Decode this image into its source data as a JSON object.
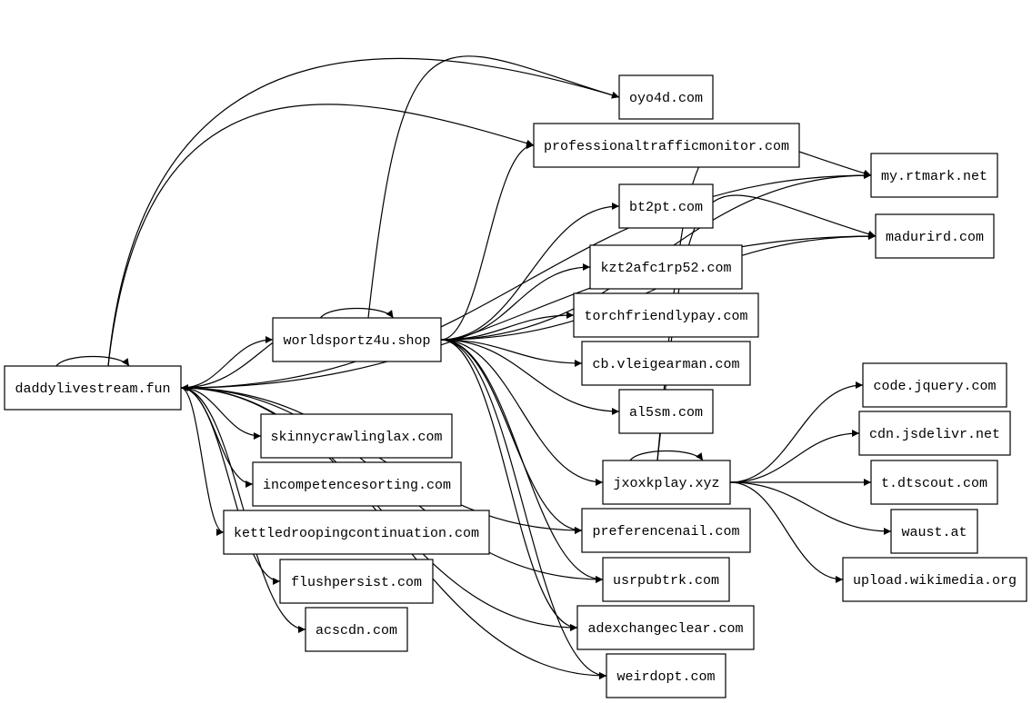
{
  "nodes": [
    {
      "id": "daddylivestream",
      "label": "daddylivestream.fun"
    },
    {
      "id": "worldsportz4u",
      "label": "worldsportz4u.shop"
    },
    {
      "id": "skinnycrawlinglax",
      "label": "skinnycrawlinglax.com"
    },
    {
      "id": "incompetencesorting",
      "label": "incompetencesorting.com"
    },
    {
      "id": "kettledroopingcontinuation",
      "label": "kettledroopingcontinuation.com"
    },
    {
      "id": "flushpersist",
      "label": "flushpersist.com"
    },
    {
      "id": "acscdn",
      "label": "acscdn.com"
    },
    {
      "id": "oyo4d",
      "label": "oyo4d.com"
    },
    {
      "id": "professionaltrafficmonitor",
      "label": "professionaltrafficmonitor.com"
    },
    {
      "id": "bt2pt",
      "label": "bt2pt.com"
    },
    {
      "id": "kzt2afc1rp52",
      "label": "kzt2afc1rp52.com"
    },
    {
      "id": "torchfriendlypay",
      "label": "torchfriendlypay.com"
    },
    {
      "id": "cbvleigearman",
      "label": "cb.vleigearman.com"
    },
    {
      "id": "al5sm",
      "label": "al5sm.com"
    },
    {
      "id": "jxoxkplay",
      "label": "jxoxkplay.xyz"
    },
    {
      "id": "preferencenail",
      "label": "preferencenail.com"
    },
    {
      "id": "usrpubtrk",
      "label": "usrpubtrk.com"
    },
    {
      "id": "adexchangeclear",
      "label": "adexchangeclear.com"
    },
    {
      "id": "weirdopt",
      "label": "weirdopt.com"
    },
    {
      "id": "myrtmark",
      "label": "my.rtmark.net"
    },
    {
      "id": "madurird",
      "label": "madurird.com"
    },
    {
      "id": "codejquery",
      "label": "code.jquery.com"
    },
    {
      "id": "cdnjsdelivr",
      "label": "cdn.jsdelivr.net"
    },
    {
      "id": "tdtscout",
      "label": "t.dtscout.com"
    },
    {
      "id": "waust",
      "label": "waust.at"
    },
    {
      "id": "uploadwikimedia",
      "label": "upload.wikimedia.org"
    }
  ],
  "edges": [
    [
      "daddylivestream",
      "daddylivestream"
    ],
    [
      "daddylivestream",
      "worldsportz4u"
    ],
    [
      "daddylivestream",
      "skinnycrawlinglax"
    ],
    [
      "daddylivestream",
      "incompetencesorting"
    ],
    [
      "daddylivestream",
      "kettledroopingcontinuation"
    ],
    [
      "daddylivestream",
      "flushpersist"
    ],
    [
      "daddylivestream",
      "acscdn"
    ],
    [
      "daddylivestream",
      "oyo4d"
    ],
    [
      "daddylivestream",
      "professionaltrafficmonitor"
    ],
    [
      "daddylivestream",
      "myrtmark"
    ],
    [
      "daddylivestream",
      "madurird"
    ],
    [
      "daddylivestream",
      "preferencenail"
    ],
    [
      "daddylivestream",
      "usrpubtrk"
    ],
    [
      "daddylivestream",
      "adexchangeclear"
    ],
    [
      "daddylivestream",
      "weirdopt"
    ],
    [
      "worldsportz4u",
      "worldsportz4u"
    ],
    [
      "worldsportz4u",
      "daddylivestream"
    ],
    [
      "worldsportz4u",
      "oyo4d"
    ],
    [
      "worldsportz4u",
      "professionaltrafficmonitor"
    ],
    [
      "worldsportz4u",
      "myrtmark"
    ],
    [
      "worldsportz4u",
      "bt2pt"
    ],
    [
      "worldsportz4u",
      "madurird"
    ],
    [
      "worldsportz4u",
      "kzt2afc1rp52"
    ],
    [
      "worldsportz4u",
      "torchfriendlypay"
    ],
    [
      "worldsportz4u",
      "cbvleigearman"
    ],
    [
      "worldsportz4u",
      "al5sm"
    ],
    [
      "worldsportz4u",
      "jxoxkplay"
    ],
    [
      "worldsportz4u",
      "preferencenail"
    ],
    [
      "worldsportz4u",
      "usrpubtrk"
    ],
    [
      "worldsportz4u",
      "adexchangeclear"
    ],
    [
      "worldsportz4u",
      "weirdopt"
    ],
    [
      "jxoxkplay",
      "jxoxkplay"
    ],
    [
      "jxoxkplay",
      "myrtmark"
    ],
    [
      "jxoxkplay",
      "madurird"
    ],
    [
      "jxoxkplay",
      "codejquery"
    ],
    [
      "jxoxkplay",
      "cdnjsdelivr"
    ],
    [
      "jxoxkplay",
      "tdtscout"
    ],
    [
      "jxoxkplay",
      "waust"
    ],
    [
      "jxoxkplay",
      "uploadwikimedia"
    ]
  ]
}
